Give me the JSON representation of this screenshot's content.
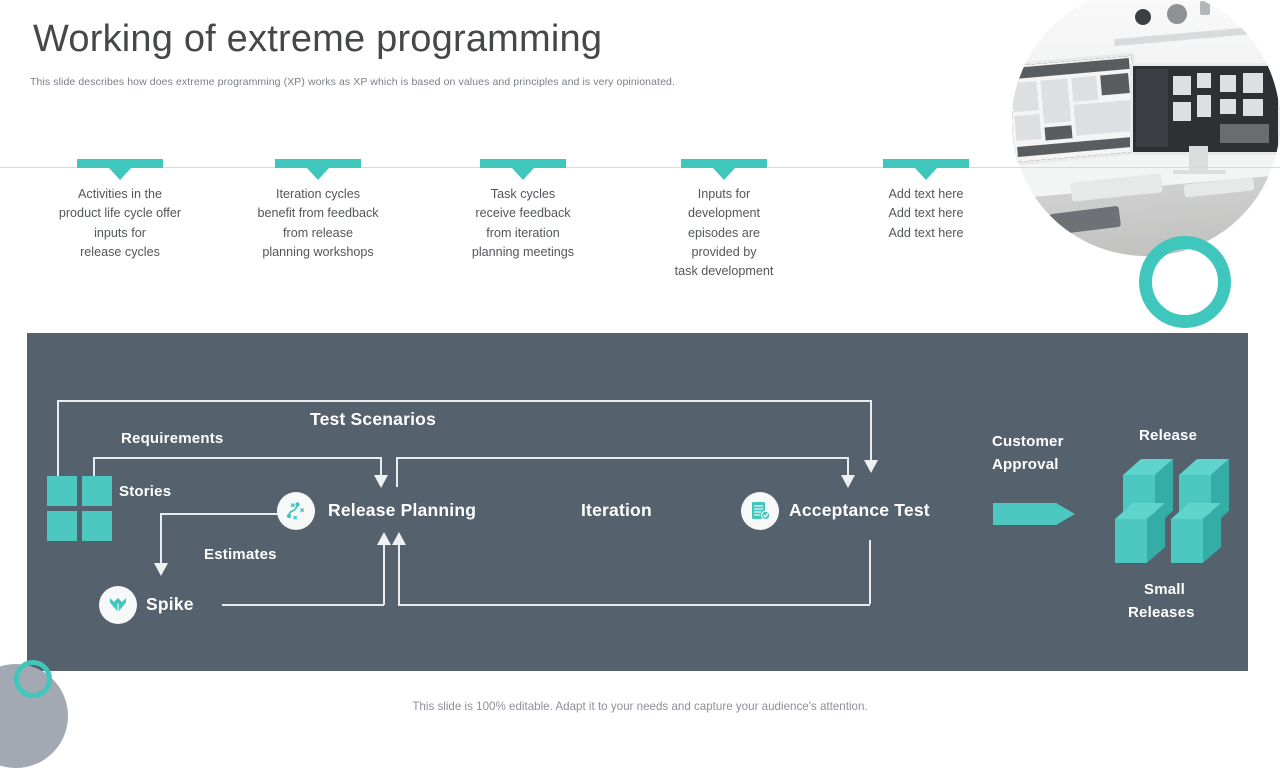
{
  "header": {
    "title": "Working of extreme programming",
    "subtitle": "This slide describes how does extreme programming (XP) works as XP  which is based on values and principles and is very  opinionated."
  },
  "columns": [
    {
      "id": "col-1",
      "lines": [
        "Activities in the",
        "product life cycle offer",
        "inputs for",
        "release cycles"
      ]
    },
    {
      "id": "col-2",
      "lines": [
        "Iteration  cycles",
        "benefit from feedback",
        "from release",
        "planning workshops"
      ]
    },
    {
      "id": "col-3",
      "lines": [
        "Task cycles",
        "receive feedback",
        "from iteration",
        "planning meetings"
      ]
    },
    {
      "id": "col-4",
      "lines": [
        "Inputs  for",
        "development",
        "episodes are",
        "provided by",
        "task development"
      ]
    },
    {
      "id": "col-5",
      "lines": [
        "Add text here",
        "Add text here",
        "Add text here"
      ]
    }
  ],
  "diagram": {
    "nodes": {
      "release_planning": "Release  Planning",
      "iteration": "Iteration",
      "acceptance_test": "Acceptance Test",
      "spike": "Spike"
    },
    "edges": {
      "requirements": "Requirements",
      "stories": "Stories",
      "test_scenarios": "Test Scenarios",
      "estimates": "Estimates"
    },
    "outputs": {
      "customer_approval": "Customer\nApproval",
      "customer_approval_line1": "Customer",
      "customer_approval_line2": "Approval",
      "release": "Release",
      "small_releases_line1": "Small",
      "small_releases_line2": "Releases"
    },
    "icons": {
      "release_planning": "strategy-icon",
      "acceptance_test": "document-check-icon",
      "spike": "crown-spike-icon",
      "stories": "four-squares-icon",
      "small_releases": "three-d-cubes-icon"
    }
  },
  "footer": {
    "note": "This slide is 100% editable. Adapt it to your needs and capture your audience's attention."
  },
  "colors": {
    "teal": "#3fc6bd",
    "teal_solid": "#4cc8c0",
    "panel": "#56616e",
    "title": "#46474a",
    "body_text": "#53565a",
    "muted": "#8d9096"
  }
}
